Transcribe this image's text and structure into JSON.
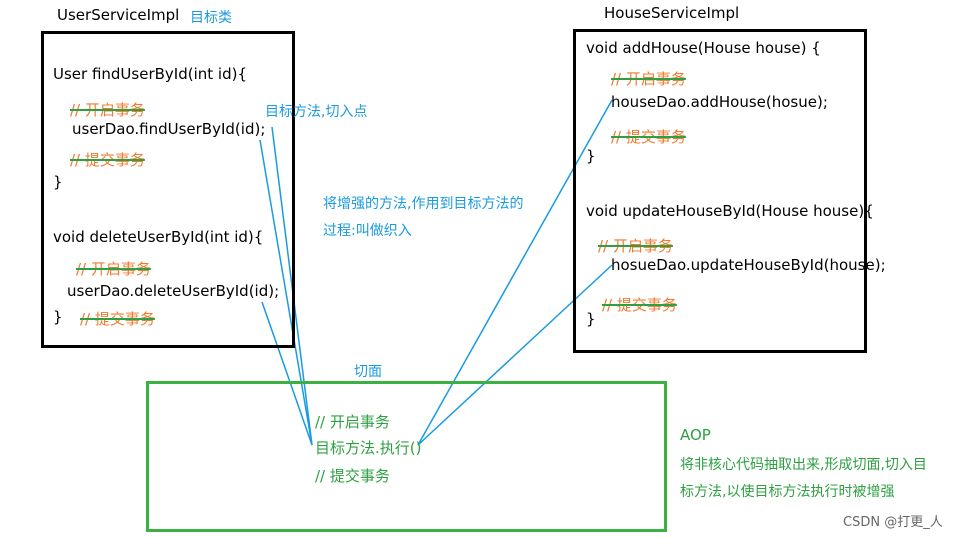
{
  "colors": {
    "blue": "#1a9ae0",
    "green": "#2ea043",
    "orange": "#f07a30",
    "black": "#000000"
  },
  "user_service": {
    "title": "UserServiceImpl",
    "tag": "目标类",
    "find_sig": "User findUserById(int id){",
    "find_open_tx": "// 开启事务",
    "find_call": "userDao.findUserById(id);",
    "find_commit_tx": "// 提交事务",
    "find_close": "}",
    "delete_sig": "void deleteUserById(int id){",
    "delete_open_tx": "// 开启事务",
    "delete_call": "userDao.deleteUserById(id);",
    "delete_close": "}",
    "delete_commit_tx": "// 提交事务"
  },
  "house_service": {
    "title": "HouseServiceImpl",
    "add_sig": "void addHouse(House house) {",
    "add_open_tx": "// 开启事务",
    "add_call": "houseDao.addHouse(hosue);",
    "add_commit_tx": "// 提交事务",
    "add_close": "}",
    "update_sig": "void updateHouseById(House house){",
    "update_open_tx": "// 开启事务",
    "update_call": "hosueDao.updateHouseById(house);",
    "update_commit_tx": "// 提交事务",
    "update_close": "}"
  },
  "annotations": {
    "target_method": "目标方法,切入点",
    "weave_line1": "将增强的方法,作用到目标方法的",
    "weave_line2": "过程:叫做织入",
    "aspect_label": "切面"
  },
  "aspect": {
    "open_tx": "// 开启事务",
    "exec": "目标方法.执行()",
    "commit_tx": "// 提交事务"
  },
  "aop": {
    "title": "AOP",
    "desc_line1": "将非核心代码抽取出来,形成切面,切入目",
    "desc_line2": "标方法,以使目标方法执行时被增强"
  },
  "watermark": "CSDN @打更_人"
}
